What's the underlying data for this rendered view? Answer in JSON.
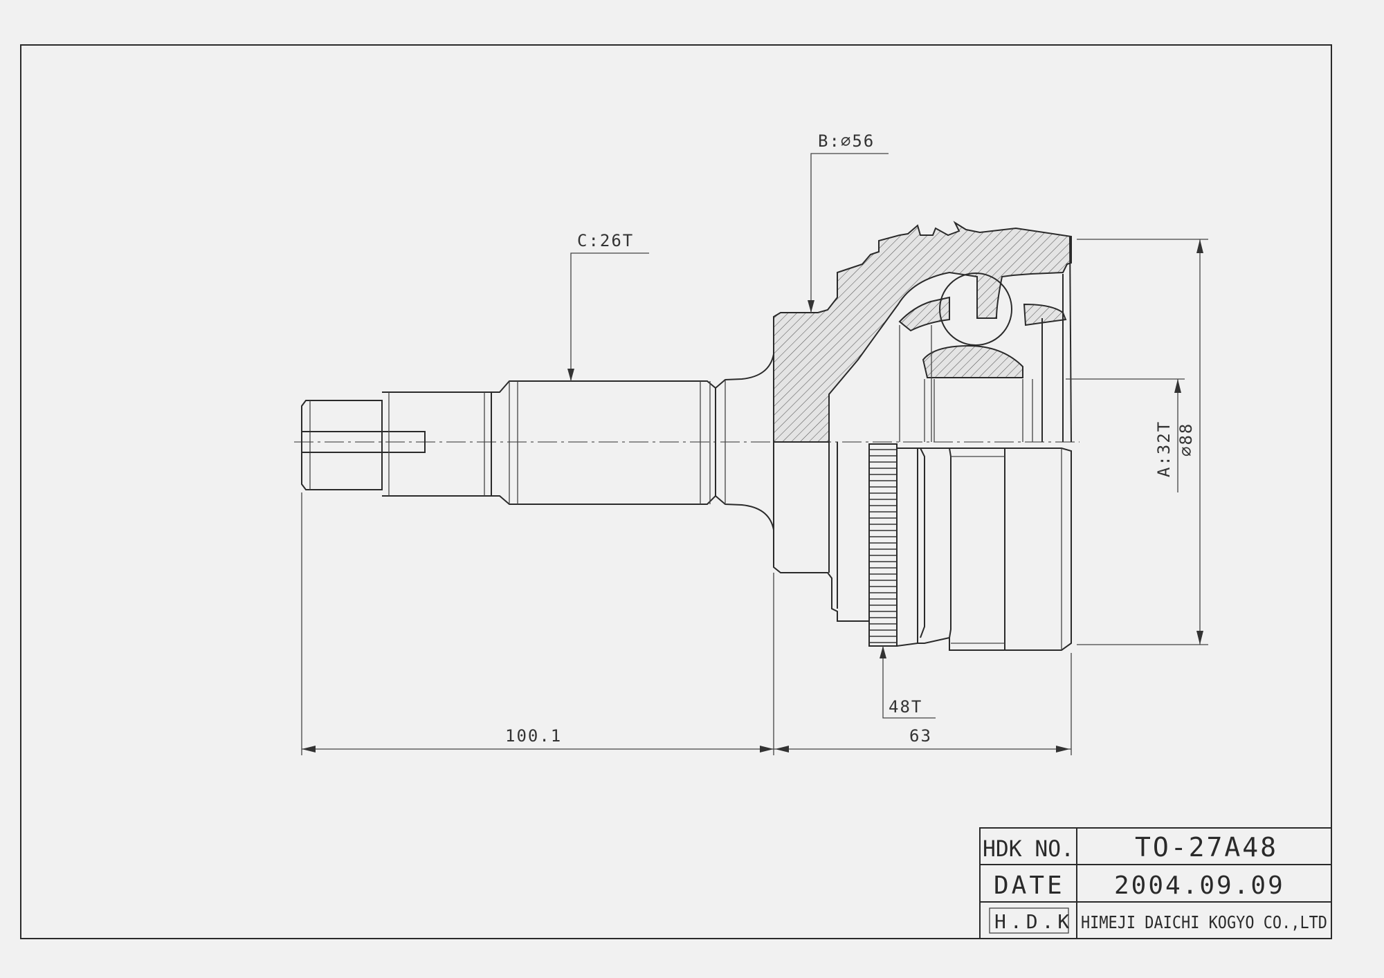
{
  "dimensions": {
    "outer_diameter_label": "B:⌀56",
    "shaft_spline_label": "C:26T",
    "inner_spline_label": "A:32T",
    "bell_diameter_label": "⌀88",
    "abs_ring_label": "48T",
    "shaft_length_label": "100.1",
    "bell_length_label": "63"
  },
  "title_block": {
    "part_no_heading": "HDK NO.",
    "part_no_value": "TO-27A48",
    "date_heading": "DATE",
    "date_value": "2004.09.09",
    "logo_text": "H.D.K",
    "company_name": "HIMEJI DAICHI KOGYO CO.,LTD"
  }
}
